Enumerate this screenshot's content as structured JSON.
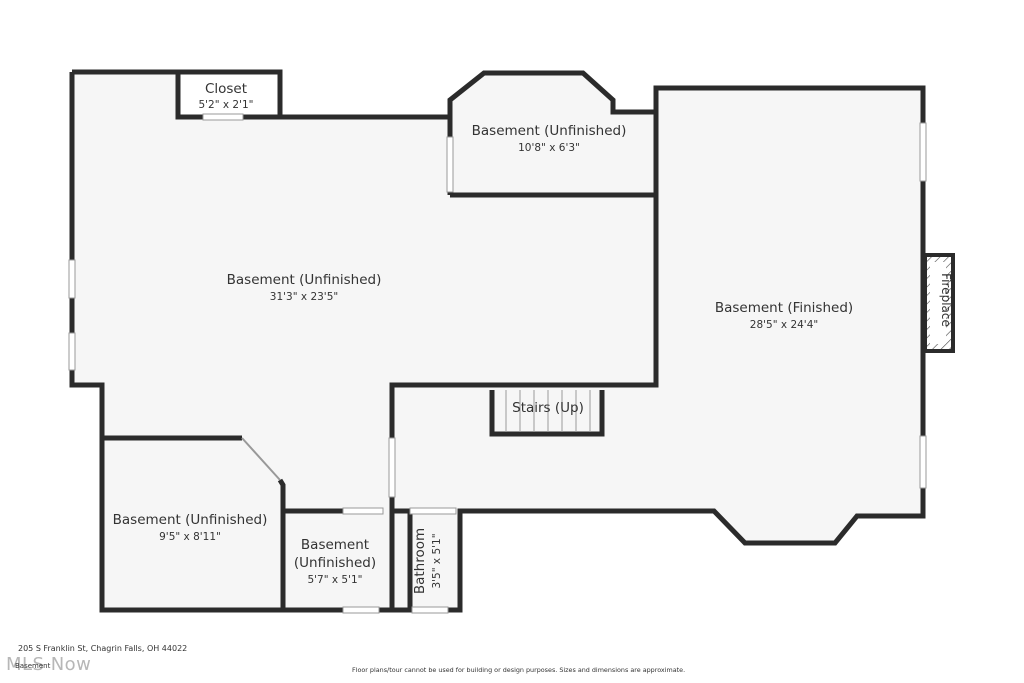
{
  "floor_plan": {
    "rooms": {
      "closet": {
        "name": "Closet",
        "dims": "5'2\" x 2'1\""
      },
      "basement_top": {
        "name": "Basement (Unfinished)",
        "dims": "10'8\" x 6'3\""
      },
      "basement_main": {
        "name": "Basement (Unfinished)",
        "dims": "31'3\" x 23'5\""
      },
      "basement_finished": {
        "name": "Basement (Finished)",
        "dims": "28'5\" x 24'4\""
      },
      "fireplace": {
        "name": "Fireplace"
      },
      "stairs": {
        "name": "Stairs (Up)"
      },
      "basement_left": {
        "name": "Basement (Unfinished)",
        "dims": "9'5\" x 8'11\""
      },
      "basement_small": {
        "name_line1": "Basement",
        "name_line2": "(Unfinished)",
        "dims": "5'7\" x 5'1\""
      },
      "bathroom": {
        "name": "Bathroom",
        "dims": "3'5\" x 5'1\""
      }
    }
  },
  "footer": {
    "address": "205 S Franklin St, Chagrin Falls, OH 44022",
    "floor_label": "Basement",
    "watermark": "MLS Now",
    "disclaimer": "Floor plans/tour cannot be used for building or design purposes. Sizes and dimensions are approximate."
  },
  "colors": {
    "wall": "#2b2b2b",
    "floor": "#f6f6f6",
    "hatch": "#444444"
  }
}
